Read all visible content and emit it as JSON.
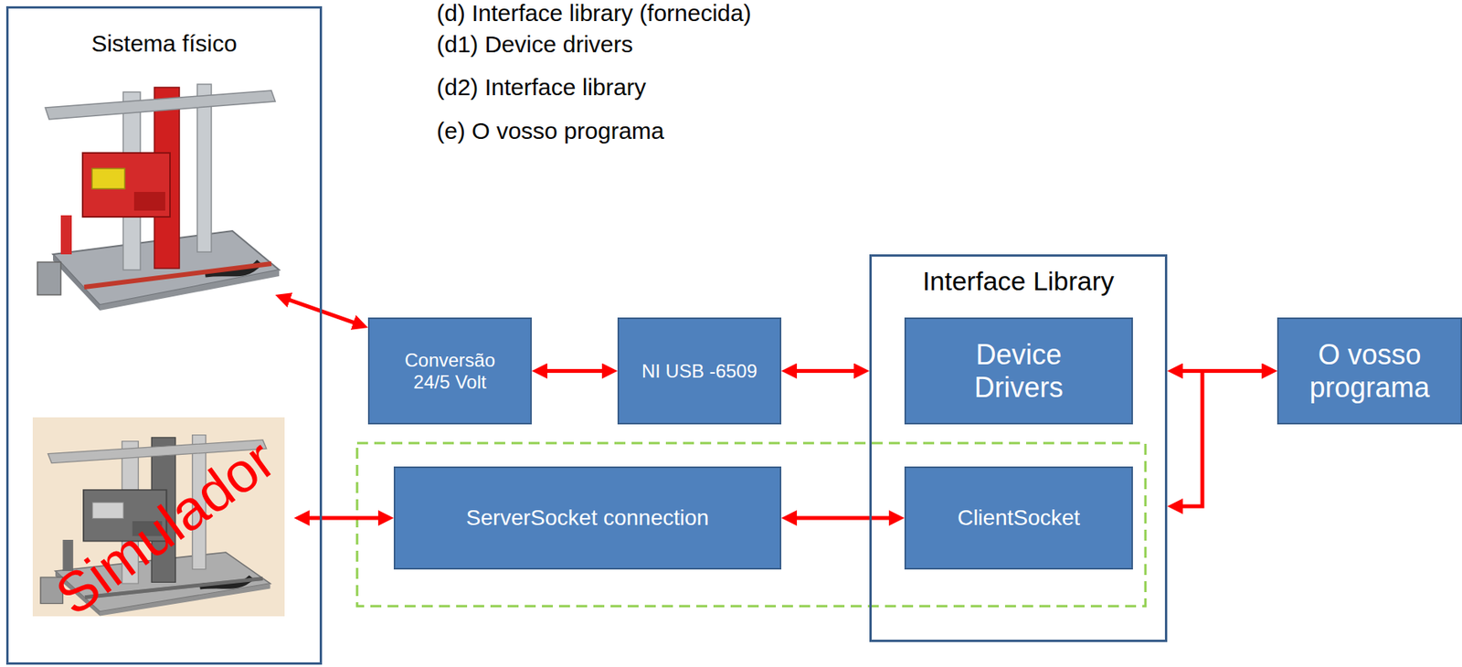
{
  "diagram": {
    "nodes": [
      {
        "text": [
          "Sistema físico"
        ]
      },
      {
        "text": [
          "Conversão 24/5 Volt"
        ]
      },
      {
        "text": [
          "NI USB -6509"
        ]
      },
      {
        "text": [
          "Interface Library"
        ]
      },
      {
        "text": [
          "Device Drivers"
        ],
        "in": 3
      },
      {
        "text": [
          "O vosso programa"
        ]
      },
      {
        "text": [
          "ServerSocket connection"
        ]
      },
      {
        "text": [
          "ClientSocket"
        ],
        "in": 3
      }
    ],
    "edges": [
      {
        "from": 0,
        "to": 1,
        "arrow": "both"
      },
      {
        "from": 1,
        "to": 2,
        "arrow": "both"
      },
      {
        "from": 2,
        "to": 4,
        "arrow": "both"
      },
      {
        "from": 0,
        "to": 6,
        "arrow": "both"
      },
      {
        "from": 6,
        "to": 7,
        "arrow": "both"
      },
      {
        "from": 4,
        "to": 5,
        "arrow": "both"
      },
      {
        "from": 7,
        "to": 5,
        "arrow": "both"
      }
    ],
    "labels": [
      "(d) Interface library (fornecida)",
      "(d1) Device drivers",
      "(d2) Interface library",
      "(e) O vosso programa",
      "Simulador"
    ]
  }
}
